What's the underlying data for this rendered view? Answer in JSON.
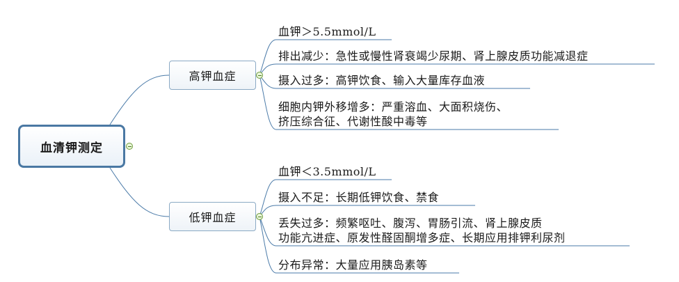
{
  "root": {
    "label": "血清钾测定"
  },
  "branches": [
    {
      "label": "高钾血症",
      "items": [
        {
          "lines": [
            "血钾＞5.5mmol/L"
          ]
        },
        {
          "lines": [
            "排出减少：急性或慢性肾衰竭少尿期、肾上腺皮质功能减退症"
          ]
        },
        {
          "lines": [
            "摄入过多：高钾饮食、输入大量库存血液"
          ]
        },
        {
          "lines": [
            "细胞内钾外移增多：严重溶血、大面积烧伤、",
            "挤压综合征、代谢性酸中毒等"
          ]
        }
      ]
    },
    {
      "label": "低钾血症",
      "items": [
        {
          "lines": [
            "血钾＜3.5mmol/L"
          ]
        },
        {
          "lines": [
            "摄入不足：长期低钾饮食、禁食"
          ]
        },
        {
          "lines": [
            "丢失过多：频繁呕吐、腹泻、胃肠引流、肾上腺皮质",
            "功能亢进症、原发性醛固酮增多症、长期应用排钾利尿剂"
          ]
        },
        {
          "lines": [
            "分布异常：大量应用胰岛素等"
          ]
        }
      ]
    }
  ],
  "colors": {
    "line": "#4a7aa8",
    "root_border": "#4a78a3",
    "toggle": "#6e9b3b"
  },
  "icons": [
    "collapse-toggle-icon"
  ]
}
